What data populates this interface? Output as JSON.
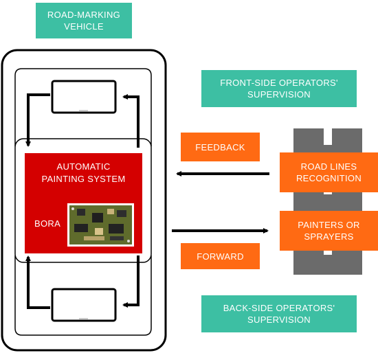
{
  "labels": {
    "vehicle": "ROAD-MARKING\nVEHICLE",
    "front_supervision": "FRONT-SIDE OPERATORS'\nSUPERVISION",
    "back_supervision": "BACK-SIDE OPERATORS'\nSUPERVISION",
    "feedback": "FEEDBACK",
    "forward": "FORWARD",
    "road_lines": "ROAD LINES\nRECOGNITION",
    "painters": "PAINTERS OR\nSPRAYERS",
    "system_title": "AUTOMATIC\nPAINTING SYSTEM",
    "bora": "BORA"
  },
  "colors": {
    "teal": "#3dbfa3",
    "orange": "#ff6a13",
    "red": "#d40000",
    "road": "#666666"
  },
  "icons": [
    "monitor-icon",
    "board-icon",
    "arrow-icon"
  ]
}
